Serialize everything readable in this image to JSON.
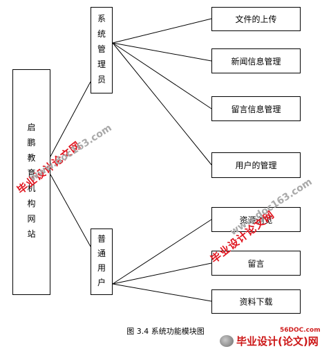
{
  "diagram": {
    "root": "启鹏教育机构网站",
    "admin": "系统管理员",
    "user": "普通用户",
    "admin_children": [
      "文件的上传",
      "新闻信息管理",
      "留言信息管理",
      "用户的管理"
    ],
    "user_children": [
      "资源浏览",
      "留言",
      "资料下载"
    ],
    "caption": "图 3.4  系统功能模块图"
  },
  "watermarks": {
    "red_text": "毕业设计论文网",
    "grey_url": "www.doc163.com",
    "logo_text": "毕业设计(论文)网",
    "logo_url": "56DOC.com"
  }
}
